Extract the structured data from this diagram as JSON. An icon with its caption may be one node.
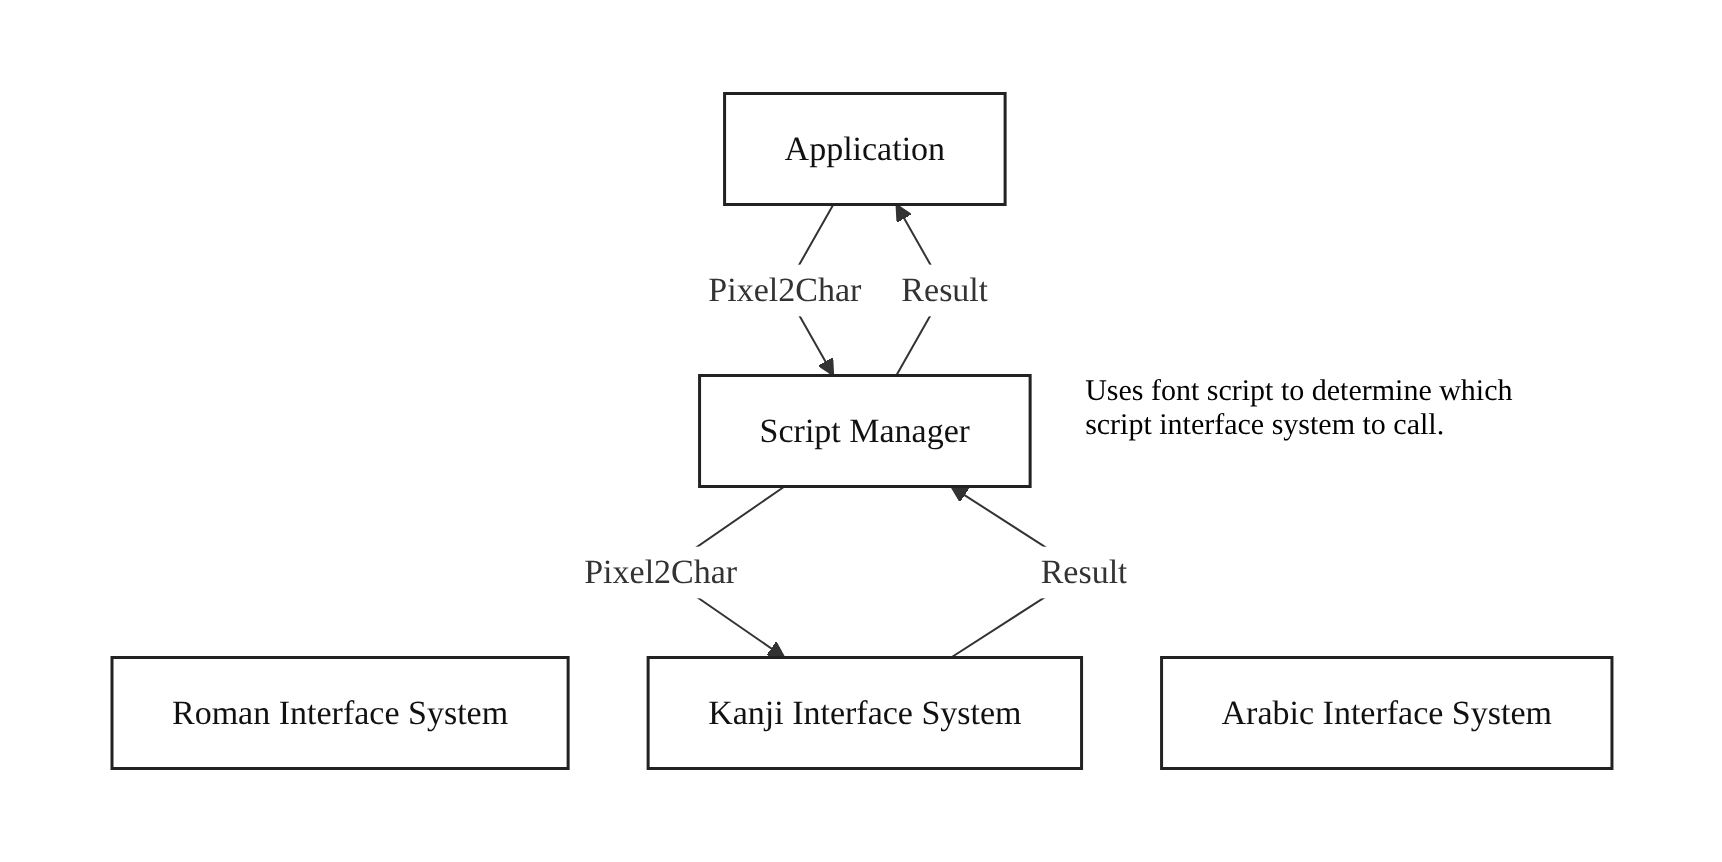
{
  "diagram": {
    "nodes": [
      {
        "text": [
          "Application"
        ]
      },
      {
        "text": [
          "Script Manager"
        ],
        "beside": [
          "Uses font script to determine which script interface system to call."
        ]
      },
      {
        "text": [
          "Roman Interface System"
        ]
      },
      {
        "text": [
          "Kanji Interface System"
        ]
      },
      {
        "text": [
          "Arabic Interface System"
        ]
      }
    ],
    "edges": [
      {
        "from": 0,
        "to": 1,
        "arrow": "to",
        "label": "Pixel2Char"
      },
      {
        "from": 1,
        "to": 0,
        "arrow": "to",
        "label": "Result"
      },
      {
        "from": 1,
        "to": 3,
        "arrow": "to",
        "label": "Pixel2Char"
      },
      {
        "from": 3,
        "to": 1,
        "arrow": "to",
        "label": "Result"
      }
    ]
  }
}
